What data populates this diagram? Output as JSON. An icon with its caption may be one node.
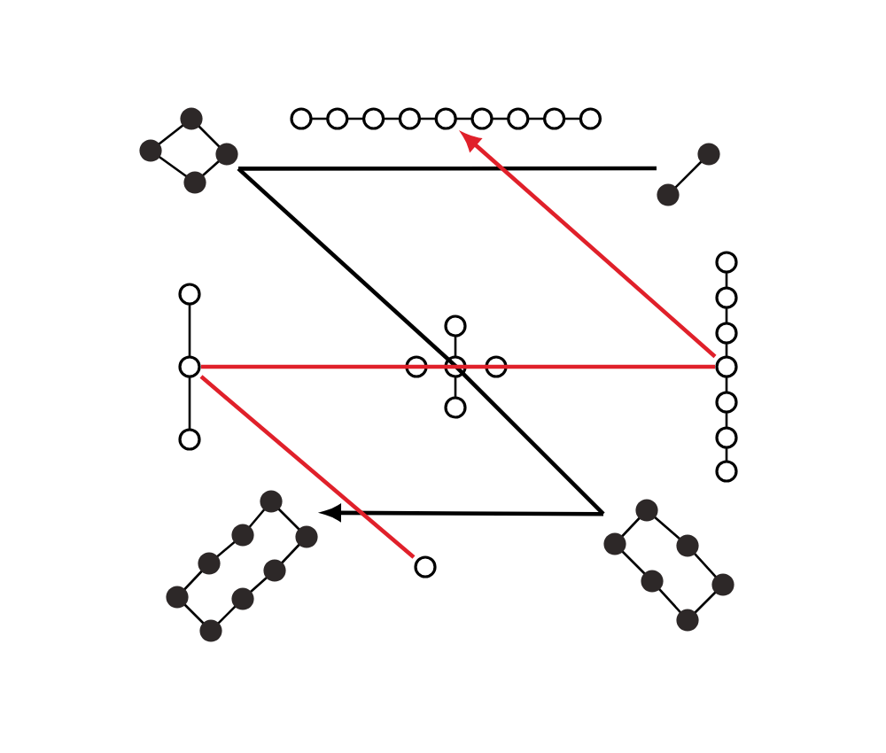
{
  "diagram": {
    "nodes": [
      {
        "text": [],
        "shape": "graph"
      },
      {
        "text": [],
        "shape": "graph"
      },
      {
        "text": [],
        "shape": "graph"
      },
      {
        "text": [],
        "shape": "graph"
      },
      {
        "text": [],
        "shape": "graph"
      },
      {
        "text": [],
        "shape": "graph"
      },
      {
        "text": [],
        "shape": "graph"
      },
      {
        "text": [],
        "shape": "circle"
      },
      {
        "text": [],
        "shape": "graph"
      }
    ],
    "edges": [
      {
        "from": 2,
        "to": 0,
        "arrow": "none"
      },
      {
        "from": 0,
        "to": 4,
        "arrow": "none"
      },
      {
        "from": 4,
        "to": 8,
        "arrow": "none"
      },
      {
        "from": 8,
        "to": 6,
        "arrow": "to"
      },
      {
        "from": 7,
        "to": 3,
        "arrow": "none",
        "color": "#e0202a"
      },
      {
        "from": 3,
        "to": 4,
        "arrow": "none",
        "color": "#e0202a"
      },
      {
        "from": 4,
        "to": 5,
        "arrow": "none",
        "color": "#e0202a"
      },
      {
        "from": 5,
        "to": 1,
        "arrow": "to",
        "color": "#e0202a"
      }
    ]
  }
}
